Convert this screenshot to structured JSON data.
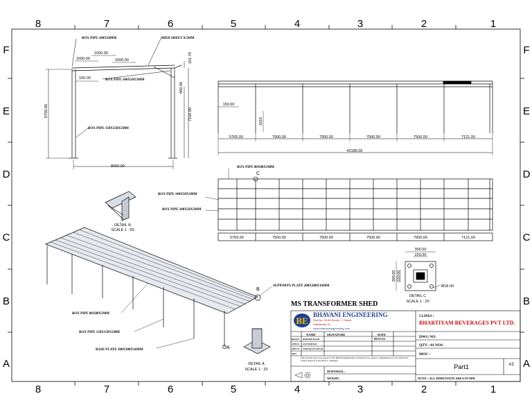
{
  "border": {
    "top_columns": [
      "8",
      "7",
      "6",
      "5",
      "4",
      "3",
      "2",
      "1"
    ],
    "bottom_columns": [
      "8",
      "7",
      "6",
      "5",
      "4",
      "3",
      "2",
      "1"
    ],
    "left_rows": [
      "F",
      "E",
      "D",
      "C",
      "B",
      "A"
    ],
    "right_rows": [
      "F",
      "E",
      "D",
      "C",
      "B",
      "A"
    ]
  },
  "elevation": {
    "box_pipe_top": "BOX PIPE 100X50MM",
    "shed_sheet": "SHED SHEET 0.5MM",
    "dim_1600_a": "1600.00",
    "dim_1600_b": "1600.00",
    "dim_1600_c": "1600.00",
    "dim_101": "101.79",
    "box_pipe_mid": "BOX PIPE 100X50X3MM",
    "dim_150": "150.00",
    "dim_900": "900.00",
    "dim_6750": "6750.00",
    "dim_7150": "7150.00",
    "box_pipe_col": "BOX PIPE 150X150X5MM",
    "dim_8000": "8000.00"
  },
  "front_view": {
    "dim_150": "150.00",
    "dim_1610": "1610",
    "bays": [
      "5765.00",
      "7500.00",
      "7500.00",
      "7500.00",
      "7500.00",
      "7121.00"
    ],
    "total": "43186.00"
  },
  "plan_view": {
    "box_pipe_80": "BOX PIPE 80X80X3MM",
    "callout_c": "C",
    "box_pipe_50": "BOX PIPE 100X50X3MM",
    "box_pipe_50b": "BOX PIPE 100X50X3MM",
    "bays": [
      "5765.00",
      "7500.00",
      "7500.00",
      "7500.00",
      "7500.00",
      "7121.00"
    ]
  },
  "detail_b": {
    "title": "DETAIL B",
    "scale": "SCALE 1 : 50"
  },
  "detail_c": {
    "dim_300": "300.00",
    "dim_220": "220.00",
    "dim_300v": "300.00",
    "dim_220v": "220.00",
    "dim_dia": "Ø18.00",
    "title": "DETAIL C",
    "scale": "SCALE 1 : 20"
  },
  "detail_a": {
    "title": "DETAIL A",
    "scale": "SCALE 1 : 20"
  },
  "iso_view": {
    "callout_b": "B",
    "callout_a": "A",
    "supports_plate": "SUPPORTS PLATE 200X200X16MM",
    "box_pipe_80": "BOX PIPE 80X80X3MM",
    "box_pipe_150": "BOX PIPE 150X150X5MM",
    "base_plate": "BASE PLATE 300X300X16MM"
  },
  "title_block": {
    "drawing_title": "MS TRANSFORMER SHED",
    "company": "BHAVANI ENGINEERING",
    "address1": "Plot No. 93-94,Sector -7,Sidcul,",
    "address2": "Haridwar(U.K)",
    "website": "www.bhavaniengineering.com",
    "client_label": "CLINES :",
    "client": "BHARTIYAM BEVERAGES PVT LTD.",
    "col_name": "NAME",
    "col_signature": "SIGNATURE",
    "col_date": "DATE",
    "row_drawn": "DRAWN",
    "row_check": "CHECK",
    "row_appvd": "APPV'D",
    "row_mfg": "MFG",
    "drawn_name": "RISHABH SINGH",
    "check_name": "ASUTOSH RAI",
    "appvd_name": "SURYAKANT SINGH",
    "date": "09/11/24",
    "dwg_no": "DWG NO.",
    "qty": "QTY : 01 NOS",
    "moc": "MOC :",
    "note_text": "This drawing is the sole property of M. Bhavani Engineering. It should not be copied or communicated to any without the written approval of the director / Manager.",
    "material": "MATERIAL :",
    "weight": "WEIGHT :",
    "part": "Part1",
    "size": "A3",
    "note": "NOTE : ALL DIMENTION AREA IN MM"
  }
}
